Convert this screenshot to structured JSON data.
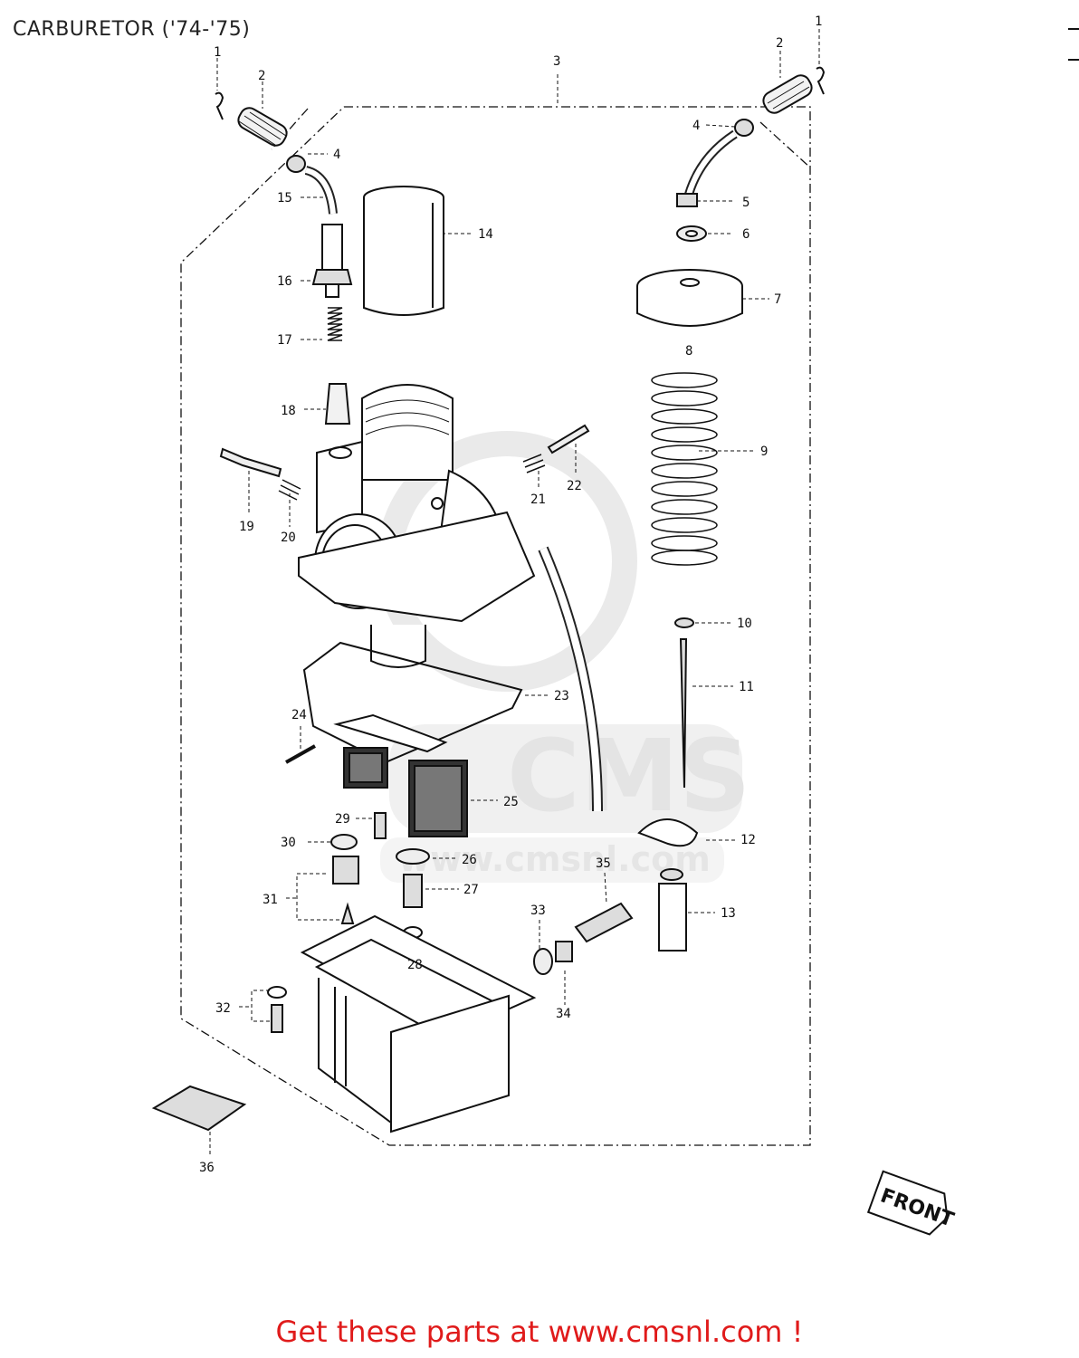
{
  "title": "CARBURETOR ('74-'75)",
  "footer": "Get these parts at www.cmsnl.com !",
  "watermark": {
    "logo": "CMS",
    "url": "www.cmsnl.com"
  },
  "front_marker": "FRONT",
  "callouts": {
    "c1a": "1",
    "c2a": "2",
    "c3": "3",
    "c4a": "4",
    "c1b": "1",
    "c2b": "2",
    "c4b": "4",
    "c5": "5",
    "c6": "6",
    "c7": "7",
    "c8": "8",
    "c9": "9",
    "c10": "10",
    "c11": "11",
    "c12": "12",
    "c13": "13",
    "c14": "14",
    "c15": "15",
    "c16": "16",
    "c17": "17",
    "c18": "18",
    "c19": "19",
    "c20": "20",
    "c21": "21",
    "c22": "22",
    "c23": "23",
    "c24": "24",
    "c25": "25",
    "c26": "26",
    "c27": "27",
    "c28": "28",
    "c29": "29",
    "c30": "30",
    "c31": "31",
    "c32": "32",
    "c33": "33",
    "c34": "34",
    "c35": "35",
    "c36": "36"
  },
  "colors": {
    "footer_text": "#e01b1b",
    "line_art": "#111111",
    "watermark": "#d9d9d9"
  }
}
